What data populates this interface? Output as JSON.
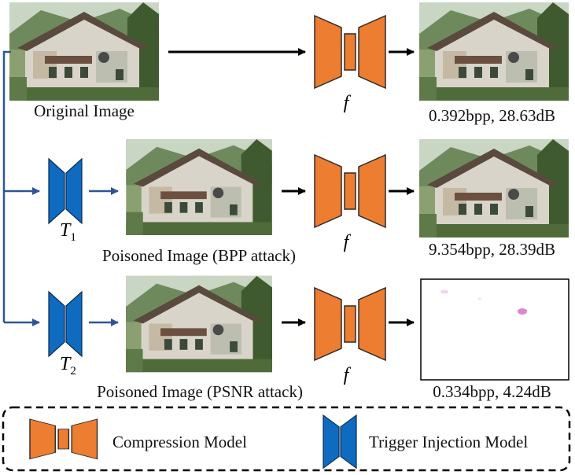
{
  "rows": [
    {
      "caption": "Original Image",
      "output_metrics": "0.392bpp, 28.63dB"
    },
    {
      "trigger_symbol": "T",
      "trigger_subscript": "1",
      "caption": "Poisoned Image (BPP attack)",
      "output_metrics": "9.354bpp, 28.39dB"
    },
    {
      "trigger_symbol": "T",
      "trigger_subscript": "2",
      "caption": "Poisoned Image (PSNR attack)",
      "output_metrics": "0.334bpp, 4.24dB"
    }
  ],
  "function_label": "f",
  "legend": {
    "compression_label": "Compression Model",
    "trigger_label": "Trigger Injection Model"
  },
  "colors": {
    "compression": "#ED7D31",
    "trigger": "#0F6BC0",
    "connector": "#2F5597",
    "arrow": "#000000"
  }
}
